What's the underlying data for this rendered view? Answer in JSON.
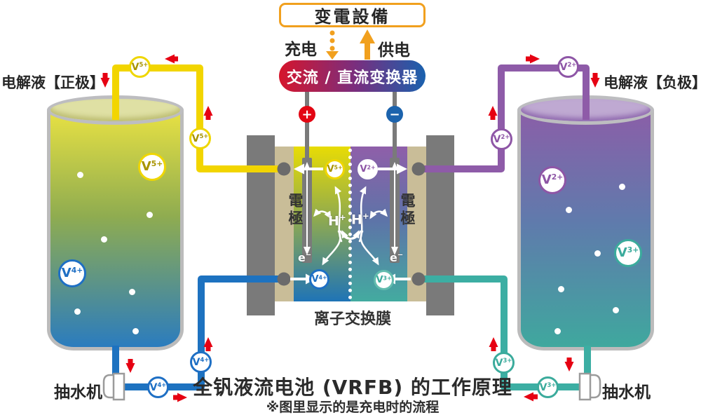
{
  "top": {
    "substation": "变電設備",
    "charge": "充电",
    "supply": "供电",
    "converter": "交流 / 直流变换器",
    "plus": "+",
    "minus": "−"
  },
  "labels": {
    "electrolyte_positive": "电解液【正极】",
    "electrolyte_negative": "电解液【负极】",
    "electrode": "電極",
    "membrane": "离子交换膜",
    "pump": "抽水机"
  },
  "ions": {
    "v5": {
      "v": "V",
      "sup": "5+"
    },
    "v4": {
      "v": "V",
      "sup": "4+"
    },
    "v2": {
      "v": "V",
      "sup": "2+"
    },
    "v3": {
      "v": "V",
      "sup": "3+"
    },
    "h": {
      "v": "H",
      "sup": "+"
    },
    "e": {
      "v": "e",
      "sup": "−"
    }
  },
  "title": "全钒液流电池 (VRFB) 的工作原理",
  "subtitle": "※图里显示的是充电时的流程",
  "colors": {
    "orange": "#F1A01E",
    "red_arrow": "#E60012",
    "converter_red": "#D6152C",
    "converter_blue": "#1A61AE",
    "terminal_plus": "#E30613",
    "terminal_minus": "#1C63AD",
    "pipe_yellow": "#F2D500",
    "pipe_blue": "#1D72C0",
    "pipe_purple": "#8E5BA8",
    "pipe_teal": "#3CAEA3",
    "electrode_gray": "#7A7A7A",
    "frame_tan": "#C9BD98"
  }
}
